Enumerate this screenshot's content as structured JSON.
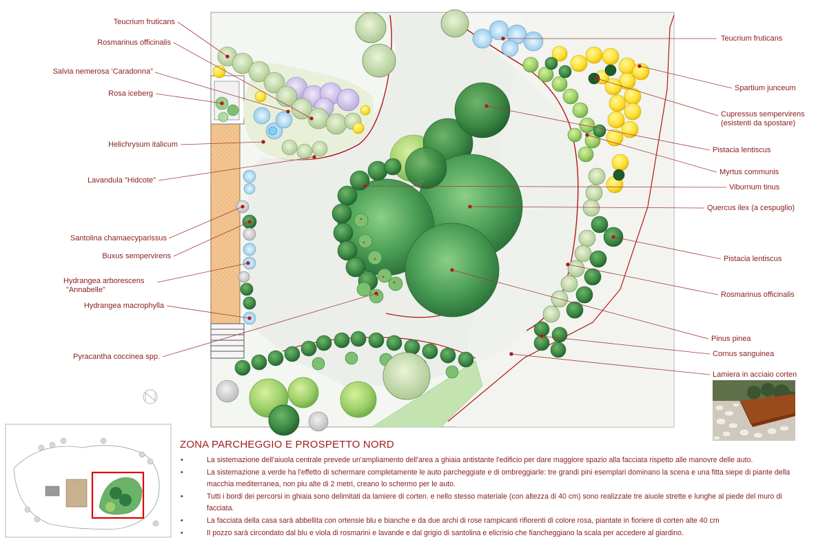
{
  "labels_left": [
    {
      "name": "label-teucrium-left",
      "text": "Teucrium fruticans"
    },
    {
      "name": "label-rosmarinus-left",
      "text": "Rosmarinus officinalis"
    },
    {
      "name": "label-salvia",
      "text": "Salvia nemerosa 'Caradonna\""
    },
    {
      "name": "label-rosa",
      "text": "Rosa iceberg"
    },
    {
      "name": "label-helichrysum",
      "text": "Helichrysum italicum"
    },
    {
      "name": "label-lavandula",
      "text": "Lavandula \"Hidcote\""
    },
    {
      "name": "label-santolina",
      "text": "Santolina chamaecyparissus"
    },
    {
      "name": "label-buxus",
      "text": "Buxus sempervirens"
    },
    {
      "name": "label-hydrangea-arb",
      "text": "Hydrangea arborescens"
    },
    {
      "name": "label-hydrangea-arb-2",
      "text": "\"Annabelle\""
    },
    {
      "name": "label-hydrangea-mac",
      "text": "Hydrangea macrophylla"
    },
    {
      "name": "label-pyracantha",
      "text": "Pyracantha  coccinea spp."
    }
  ],
  "labels_right": [
    {
      "name": "label-teucrium-right",
      "text": "Teucrium fruticans"
    },
    {
      "name": "label-spartium",
      "text": "Spartium junceum"
    },
    {
      "name": "label-cupressus",
      "text": "Cupressus sempervirens"
    },
    {
      "name": "label-cupressus-2",
      "text": "(esistenti da spostare)"
    },
    {
      "name": "label-pistacia-1",
      "text": "Pistacia lentiscus"
    },
    {
      "name": "label-myrtus",
      "text": "Myrtus communis"
    },
    {
      "name": "label-viburnum",
      "text": "Viburnum tinus"
    },
    {
      "name": "label-quercus",
      "text": "Quercus ilex (a cespuglio)"
    },
    {
      "name": "label-pistacia-2",
      "text": "Pistacia lentiscus"
    },
    {
      "name": "label-rosmarinus-right",
      "text": "Rosmarinus officinalis"
    },
    {
      "name": "label-pinus",
      "text": "Pinus pinea"
    },
    {
      "name": "label-cornus",
      "text": "Cornus sanguinea"
    },
    {
      "name": "label-lamiera",
      "text": "Lamiera in acciaio corten"
    }
  ],
  "title": "ZONA PARCHEGGIO E PROSPETTO NORD",
  "notes": [
    "La sistemazione dell'aiuola centrale prevede un'ampliamento dell'area a ghiaia antistante l'edificio per dare maggiore spazio alla facciata rispetto alle manovre delle auto.",
    "La sistemazione a verde  ha l'effetto di schermare completamente le auto parcheggiate e di ombreggiarle: tre grandi pini esemplari dominano la scena e una fitta siepe di piante della macchia mediterranea, non piu alte di 2 metri, creano lo schermo per le auto.",
    "Tutti i bordi dei percorsi in ghiaia sono delimitati da lamiere di corten. e nello stesso materiale (con altezza di 40 cm) sono realizzate tre aiuole strette e lunghe al piede del muro di facciata.",
    "La facciata della casa sarà abbellita con ortensie blu e bianche e da due archi di rose rampicanti rifiorenti di colore rosa, piantate in fioriere di corten alte 40 cm",
    "Il pozzo sarà circondato dal blu e viola di rosmarini e lavande e dal grigio di santolina e elicrisio che fiancheggiano la scala per accedere al giardino."
  ],
  "colors": {
    "label_red": "#8b1a1a",
    "leader": "#a33a3a",
    "corten_edge": "#b01818",
    "tree_dark": "#2f7a3e",
    "tree_mid": "#4e9a55",
    "tree_light": "#9fd06a",
    "yellow_shrub": "#ffe13a",
    "teucrium_blue": "#a9d6ef",
    "lavender": "#d7c8ee",
    "gravel": "#e9ece9",
    "facade": "#f4c590"
  },
  "icons": [
    "north-arrow-icon",
    "keymap-thumbnail",
    "corten-photo"
  ]
}
